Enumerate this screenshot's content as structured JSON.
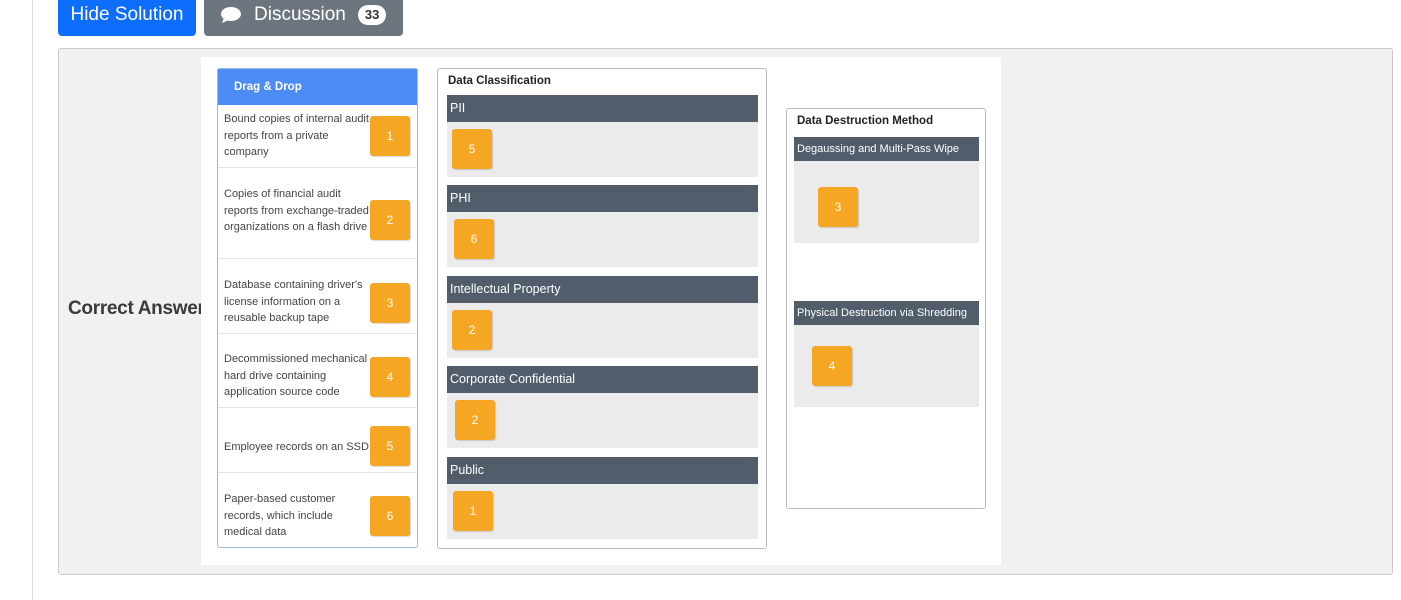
{
  "toolbar": {
    "hide_solution_label": "Hide Solution",
    "discussion_label": "Discussion",
    "discussion_count": "33",
    "chat_icon": "chat-bubble-icon"
  },
  "answer": {
    "label": "Correct Answer:"
  },
  "drag_drop": {
    "title": "Drag & Drop",
    "items": [
      {
        "text": "Bound copies of internal audit reports from a private company",
        "number": "1"
      },
      {
        "text": "Copies of financial audit reports from exchange-traded organizations on a flash drive",
        "number": "2"
      },
      {
        "text": "Database containing driver's license information on a reusable backup tape",
        "number": "3"
      },
      {
        "text": "Decommissioned mechanical hard drive containing application source code",
        "number": "4"
      },
      {
        "text": "Employee records on an SSD",
        "number": "5"
      },
      {
        "text": "Paper-based customer records, which include medical data",
        "number": "6"
      }
    ]
  },
  "classification": {
    "title": "Data Classification",
    "zones": [
      {
        "label": "PII",
        "tile": "5"
      },
      {
        "label": "PHI",
        "tile": "6"
      },
      {
        "label": "Intellectual Property",
        "tile": "2"
      },
      {
        "label": "Corporate Confidential",
        "tile": "2"
      },
      {
        "label": "Public",
        "tile": "1"
      }
    ]
  },
  "destruction": {
    "title": "Data Destruction Method",
    "zones": [
      {
        "label": "Degaussing and Multi-Pass Wipe",
        "tile": "3"
      },
      {
        "label": "Physical Destruction via Shredding",
        "tile": "4"
      }
    ]
  },
  "colors": {
    "primary": "#0d6efd",
    "secondary": "#6c757d",
    "tile": "#f5a623",
    "zone_header": "#525d6b",
    "dd_header": "#4d8cf5"
  }
}
